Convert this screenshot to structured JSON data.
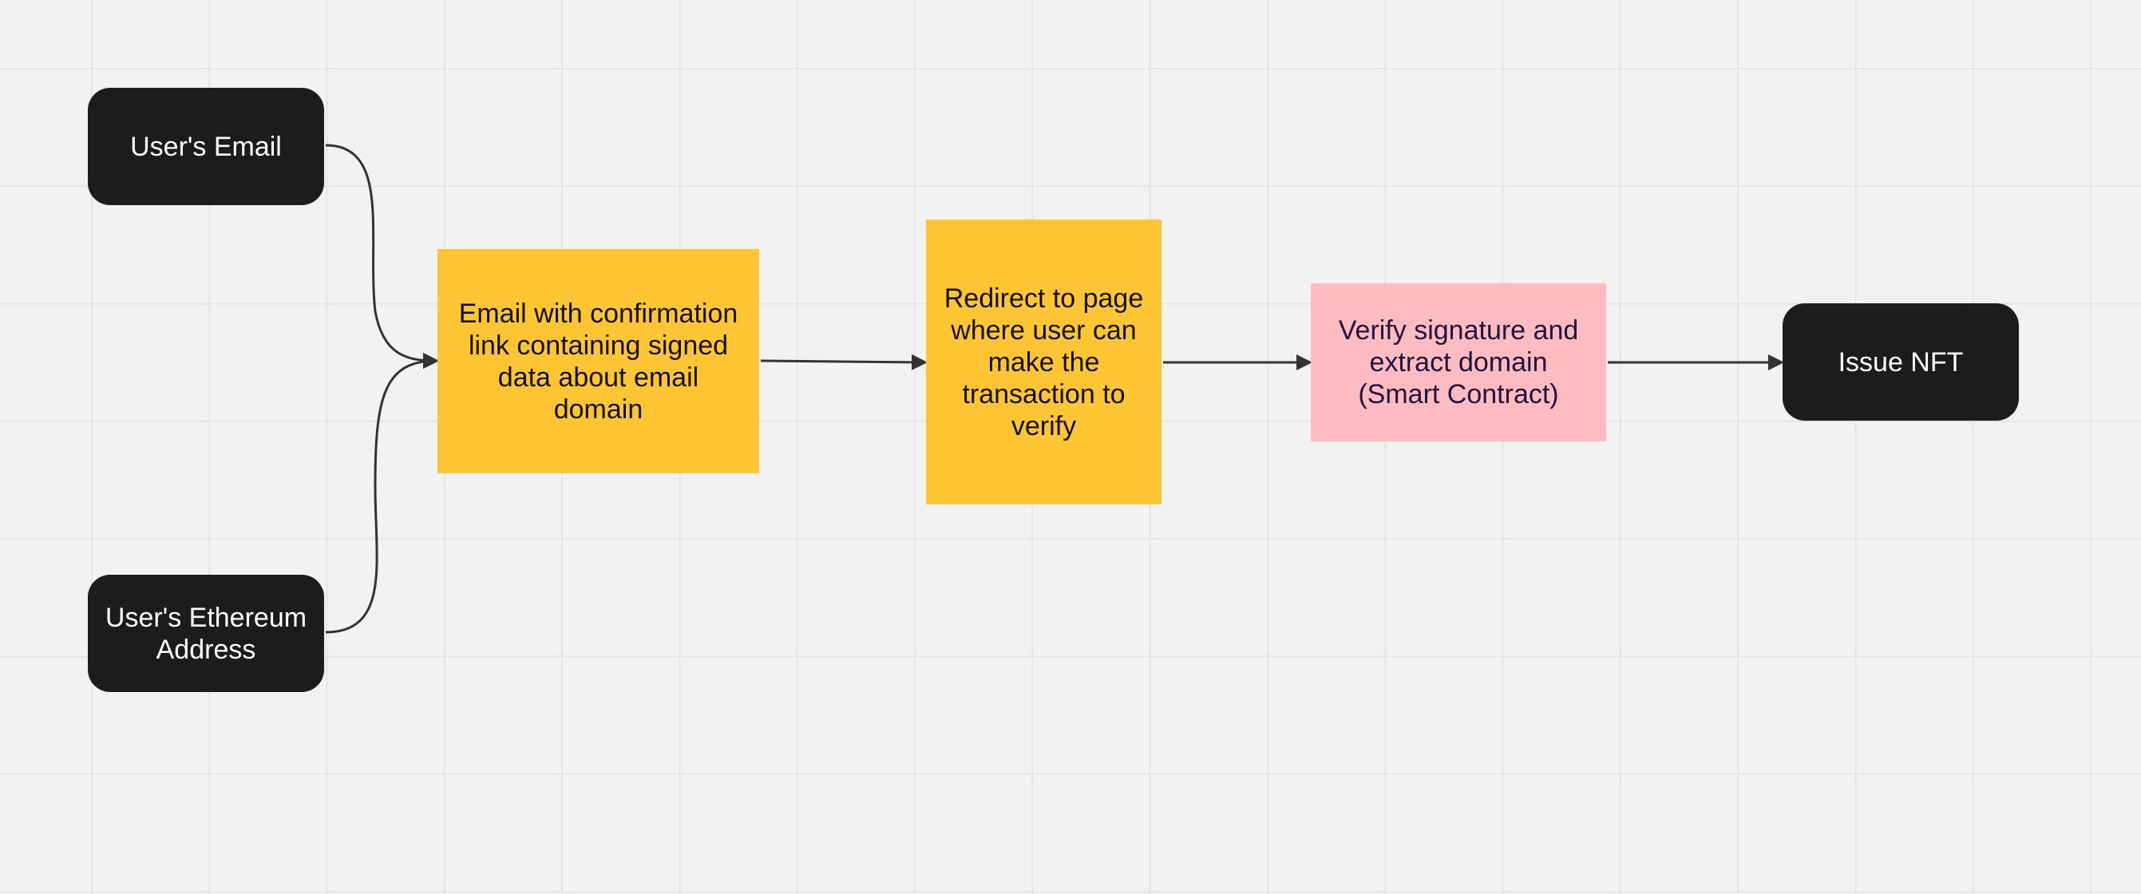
{
  "diagram": {
    "nodes": [
      {
        "id": "users-email",
        "label": "User's Email",
        "style": "dark"
      },
      {
        "id": "users-eth",
        "label": "User's Ethereum Address",
        "style": "dark"
      },
      {
        "id": "confirm-email",
        "label": "Email with confirmation link containing signed data about email domain",
        "style": "yellow"
      },
      {
        "id": "redirect",
        "label": "Redirect to page where user can make the transaction to verify",
        "style": "yellow"
      },
      {
        "id": "verify",
        "label": "Verify signature and extract domain (Smart Contract)",
        "style": "pink"
      },
      {
        "id": "issue-nft",
        "label": "Issue NFT",
        "style": "dark"
      }
    ],
    "edges": [
      {
        "from": "users-email",
        "to": "confirm-email"
      },
      {
        "from": "users-eth",
        "to": "confirm-email"
      },
      {
        "from": "confirm-email",
        "to": "redirect"
      },
      {
        "from": "redirect",
        "to": "verify"
      },
      {
        "from": "verify",
        "to": "issue-nft"
      }
    ],
    "colors": {
      "background": "#f2f2f2",
      "grid": "#e4e4e4",
      "dark_node": "#1c1c1c",
      "yellow_node": "#ffc532",
      "pink_node": "#ffbcc0",
      "connector": "#333333"
    }
  }
}
